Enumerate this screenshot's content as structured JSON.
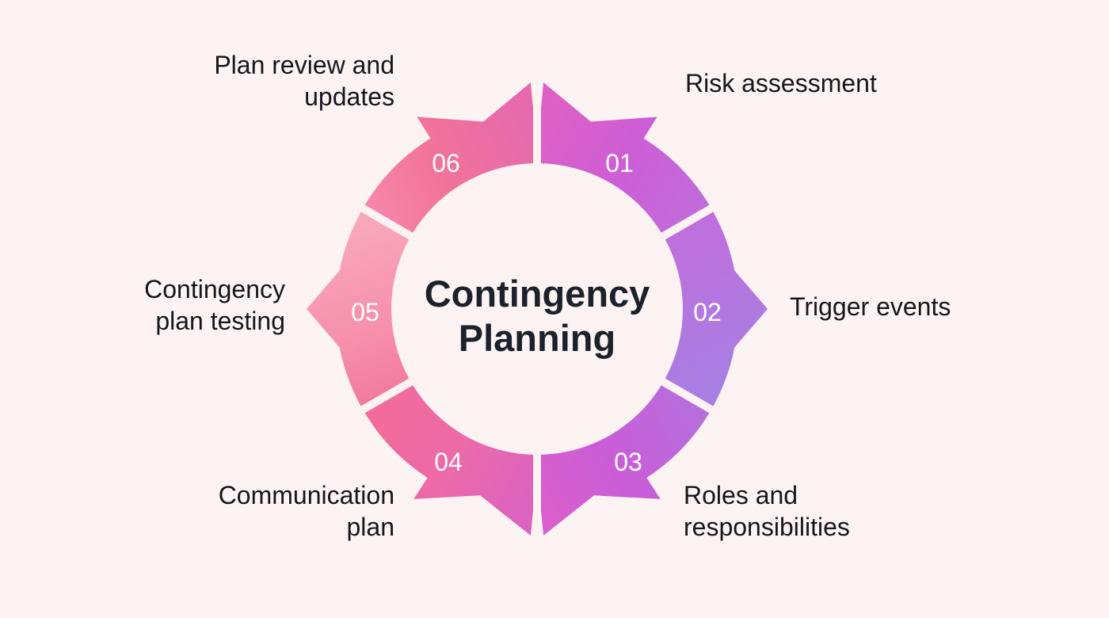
{
  "diagram": {
    "title_line1": "Contingency",
    "title_line2": "Planning",
    "segments": [
      {
        "number": "01",
        "label_lines": [
          "Risk assessment"
        ]
      },
      {
        "number": "02",
        "label_lines": [
          "Trigger events"
        ]
      },
      {
        "number": "03",
        "label_lines": [
          "Roles and",
          "responsibilities"
        ]
      },
      {
        "number": "04",
        "label_lines": [
          "Communication",
          "plan"
        ]
      },
      {
        "number": "05",
        "label_lines": [
          "Contingency",
          "plan testing"
        ]
      },
      {
        "number": "06",
        "label_lines": [
          "Plan review and",
          "updates"
        ]
      }
    ]
  },
  "colors": {
    "background": "#fdf3f2",
    "pink": "#f47198",
    "magenta": "#cd5ed7",
    "lavender": "#ac7fe2",
    "light_pink": "#f8a5b8",
    "title": "#1c222b"
  }
}
